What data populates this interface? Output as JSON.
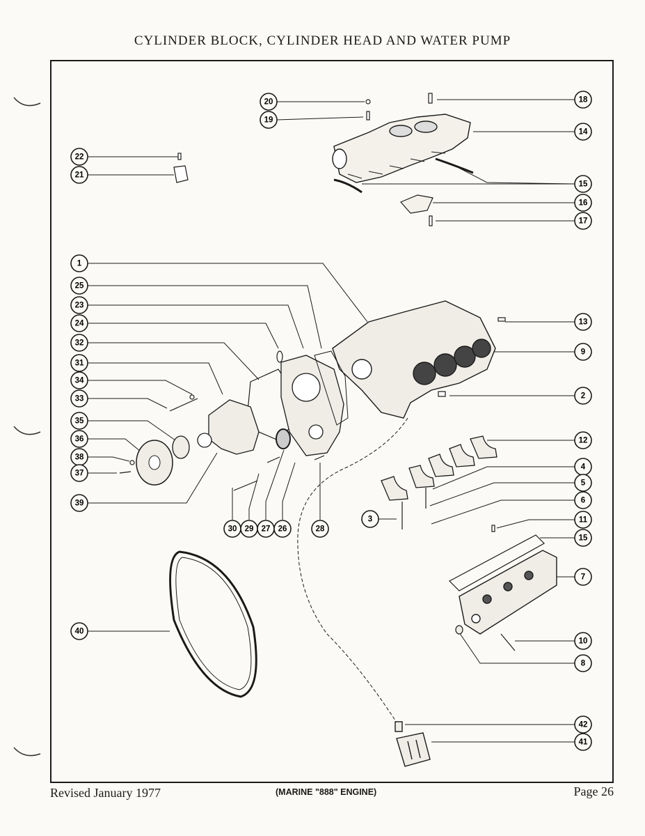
{
  "page": {
    "title": "CYLINDER BLOCK, CYLINDER HEAD AND WATER PUMP",
    "footer_left": "Revised January 1977",
    "footer_center": "(MARINE \"888\" ENGINE)",
    "footer_right": "Page 26"
  },
  "callouts": [
    {
      "id": "c20",
      "label": "20"
    },
    {
      "id": "c19",
      "label": "19"
    },
    {
      "id": "c18",
      "label": "18"
    },
    {
      "id": "c14",
      "label": "14"
    },
    {
      "id": "c22",
      "label": "22"
    },
    {
      "id": "c21",
      "label": "21"
    },
    {
      "id": "c15a",
      "label": "15"
    },
    {
      "id": "c16",
      "label": "16"
    },
    {
      "id": "c17",
      "label": "17"
    },
    {
      "id": "c1",
      "label": "1"
    },
    {
      "id": "c25",
      "label": "25"
    },
    {
      "id": "c23",
      "label": "23"
    },
    {
      "id": "c24",
      "label": "24"
    },
    {
      "id": "c13",
      "label": "13"
    },
    {
      "id": "c32",
      "label": "32"
    },
    {
      "id": "c9",
      "label": "9"
    },
    {
      "id": "c31",
      "label": "31"
    },
    {
      "id": "c34",
      "label": "34"
    },
    {
      "id": "c33",
      "label": "33"
    },
    {
      "id": "c2",
      "label": "2"
    },
    {
      "id": "c35",
      "label": "35"
    },
    {
      "id": "c12",
      "label": "12"
    },
    {
      "id": "c36",
      "label": "36"
    },
    {
      "id": "c38",
      "label": "38"
    },
    {
      "id": "c4",
      "label": "4"
    },
    {
      "id": "c37",
      "label": "37"
    },
    {
      "id": "c5",
      "label": "5"
    },
    {
      "id": "c39",
      "label": "39"
    },
    {
      "id": "c6",
      "label": "6"
    },
    {
      "id": "c3",
      "label": "3"
    },
    {
      "id": "c11",
      "label": "11"
    },
    {
      "id": "c30",
      "label": "30"
    },
    {
      "id": "c29",
      "label": "29"
    },
    {
      "id": "c27",
      "label": "27"
    },
    {
      "id": "c26",
      "label": "26"
    },
    {
      "id": "c28",
      "label": "28"
    },
    {
      "id": "c15b",
      "label": "15"
    },
    {
      "id": "c7",
      "label": "7"
    },
    {
      "id": "c40",
      "label": "40"
    },
    {
      "id": "c10",
      "label": "10"
    },
    {
      "id": "c8",
      "label": "8"
    },
    {
      "id": "c42",
      "label": "42"
    },
    {
      "id": "c41",
      "label": "41"
    }
  ]
}
